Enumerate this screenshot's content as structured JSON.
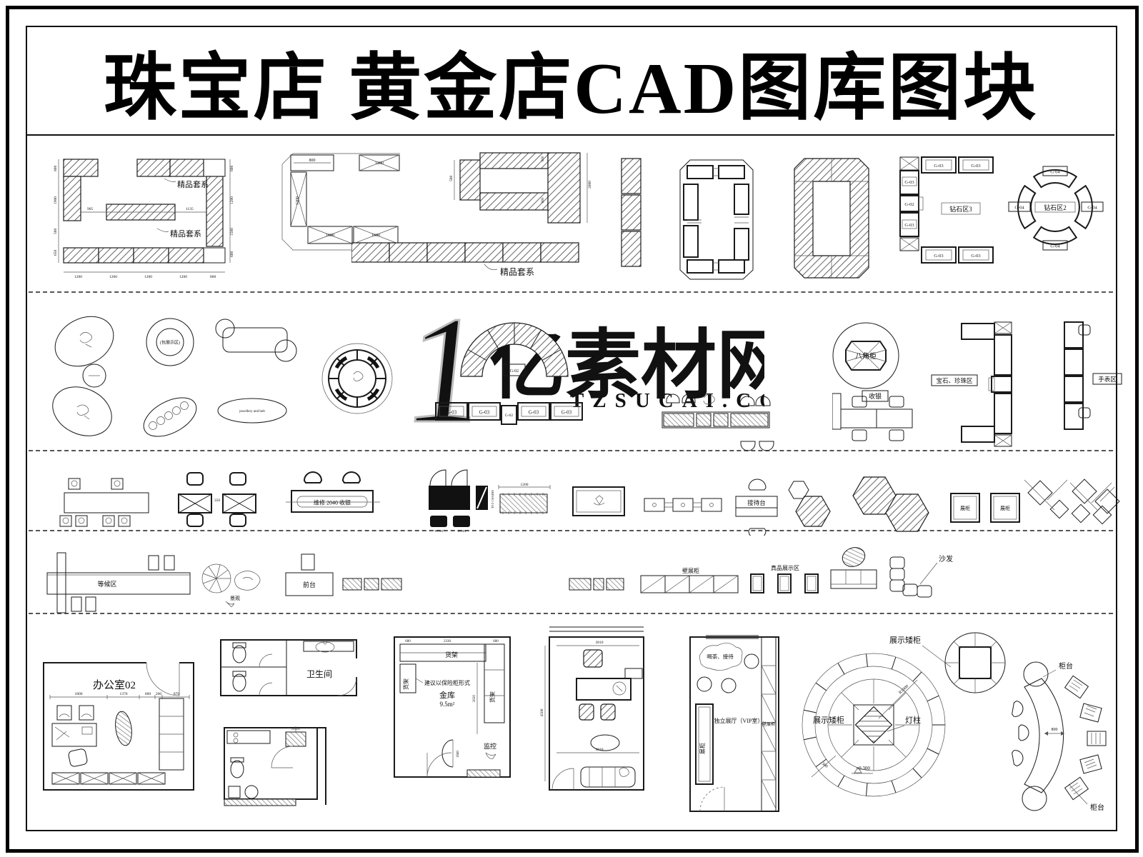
{
  "title": "珠宝店  黄金店CAD图库图块",
  "watermark": {
    "numeral": "1",
    "brand": "亿素材网",
    "domain": "TZSUCAI.COM"
  },
  "row1": {
    "boutique_label": "精品套系",
    "diamond_zone3": "钻石区3",
    "diamond_zone2": "钻石区2",
    "g02": "G-02",
    "g03": "G-03",
    "g04": "G-04",
    "dims": {
      "d800": "800",
      "d905": "905",
      "d1135": "1135",
      "d1200": "1200",
      "d1500": "1500",
      "d1600": "1600",
      "d1900": "1900",
      "d2000": "2000",
      "d500": "500",
      "d600": "600",
      "d650": "650"
    }
  },
  "row2": {
    "bag_display_label": "(包展示区)",
    "jewellery_belt_label": "jewellery and belt",
    "g02": "G-02",
    "g03": "G-03",
    "octagon_cabinet": "八角柜",
    "cashier": "收银",
    "gem_pearl_zone": "宝石、珍珠区",
    "watch_zone": "手表区"
  },
  "row3": {
    "dim_350": "350",
    "dim_1200": "1200",
    "repair_cashier": "维修 2040 收银",
    "black_counter_tag": "EN0.04",
    "stool_tag": "TO'SH",
    "chairs_tag": "TF.2 CHAIRS",
    "reception": "接待台",
    "display_case": "展柜"
  },
  "row4": {
    "waiting_area": "等候区",
    "landscape": "景观",
    "front_desk": "前台",
    "wall_display": "壁展柜",
    "genuine_display": "真品展示区",
    "sofa": "沙发"
  },
  "row5": {
    "office": "办公室02",
    "office_dims": [
      "1800",
      "1370",
      "600",
      "200",
      "870"
    ],
    "bathroom": "卫生间",
    "shelf": "货架",
    "vault_note": "建议以保险柜形式",
    "vault": "金库",
    "vault_area": "9.5m²",
    "monitor": "监控",
    "vault_dims": {
      "d2330": "2330",
      "d600": "600",
      "d2020": "2020",
      "d1640": "1640"
    },
    "room_dims": {
      "d3810": "3810",
      "d4500": "4500"
    },
    "tea_reception": "喝茶、接待",
    "vip_room": "独立展厅（VIP室）",
    "wall_display": "壁展柜",
    "display_case": "展柜",
    "low_display": "展示矮柜",
    "lamp_post": "灯柱",
    "r1000": "R1000",
    "level": "+0.300",
    "dim300": "300",
    "dim800": "800",
    "counter": "柜台"
  }
}
